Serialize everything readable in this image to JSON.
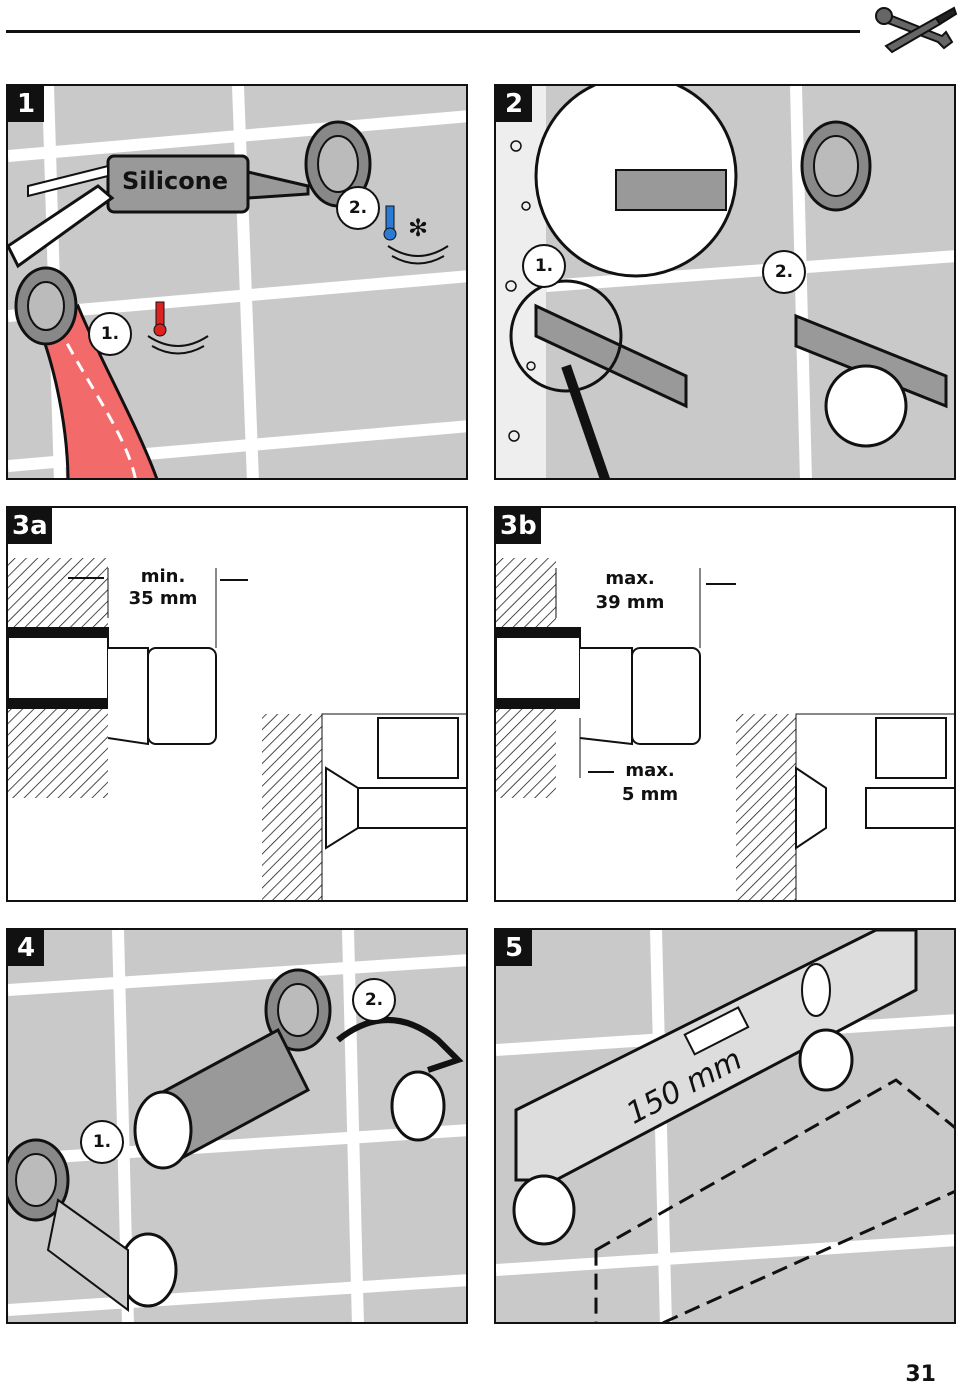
{
  "page_number": "31",
  "header_icon": "wrench-screwdriver-icon",
  "panels": [
    {
      "number": "1",
      "label_silicone": "Silicone",
      "step1": "1.",
      "step2": "2."
    },
    {
      "number": "2",
      "step1": "1.",
      "step2": "2."
    },
    {
      "number": "3a",
      "dim_label_line1": "min.",
      "dim_label_line2": "35 mm"
    },
    {
      "number": "3b",
      "dim_label_line1": "max.",
      "dim_label_line2": "39 mm",
      "dim2_line1": "max.",
      "dim2_line2": "5 mm"
    },
    {
      "number": "4",
      "step1": "1.",
      "step2": "2."
    },
    {
      "number": "5",
      "measure": "150 mm"
    }
  ]
}
